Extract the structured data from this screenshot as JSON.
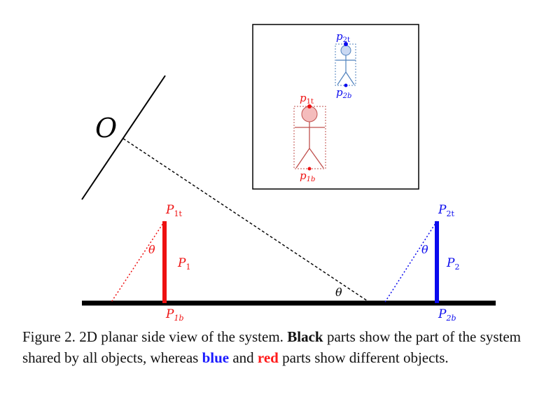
{
  "diagram": {
    "origin_label": "O",
    "angle_symbol": "θ",
    "red_object": {
      "top_base": "P",
      "top_sub": "1t",
      "bottom_base": "P",
      "bottom_sub": "1b",
      "name_base": "P",
      "name_sub": "1"
    },
    "blue_object": {
      "top_base": "P",
      "top_sub": "2t",
      "bottom_base": "P",
      "bottom_sub": "2b",
      "name_base": "P",
      "name_sub": "2"
    },
    "inset": {
      "red_top_base": "p",
      "red_top_sub": "1t",
      "red_bottom_base": "p",
      "red_bottom_sub": "1b",
      "blue_top_base": "p",
      "blue_top_sub": "2t",
      "blue_bottom_base": "p",
      "blue_bottom_sub": "2b"
    },
    "colors": {
      "red": "#ee1111",
      "blue": "#0a0aee",
      "black": "#000000",
      "red_fill": "#f4bcbc",
      "blue_fill": "#c9d8f2",
      "red_figure": "#c0504d",
      "blue_figure": "#4f81bd"
    }
  },
  "caption": {
    "prefix": "Figure 2.  2D planar side view of the system. ",
    "kw_black": "Black",
    "middle": " parts show the part of the system shared by all objects, whereas ",
    "kw_blue": "blue",
    "and": " and ",
    "kw_red": "red",
    "suffix": " parts show different objects."
  }
}
